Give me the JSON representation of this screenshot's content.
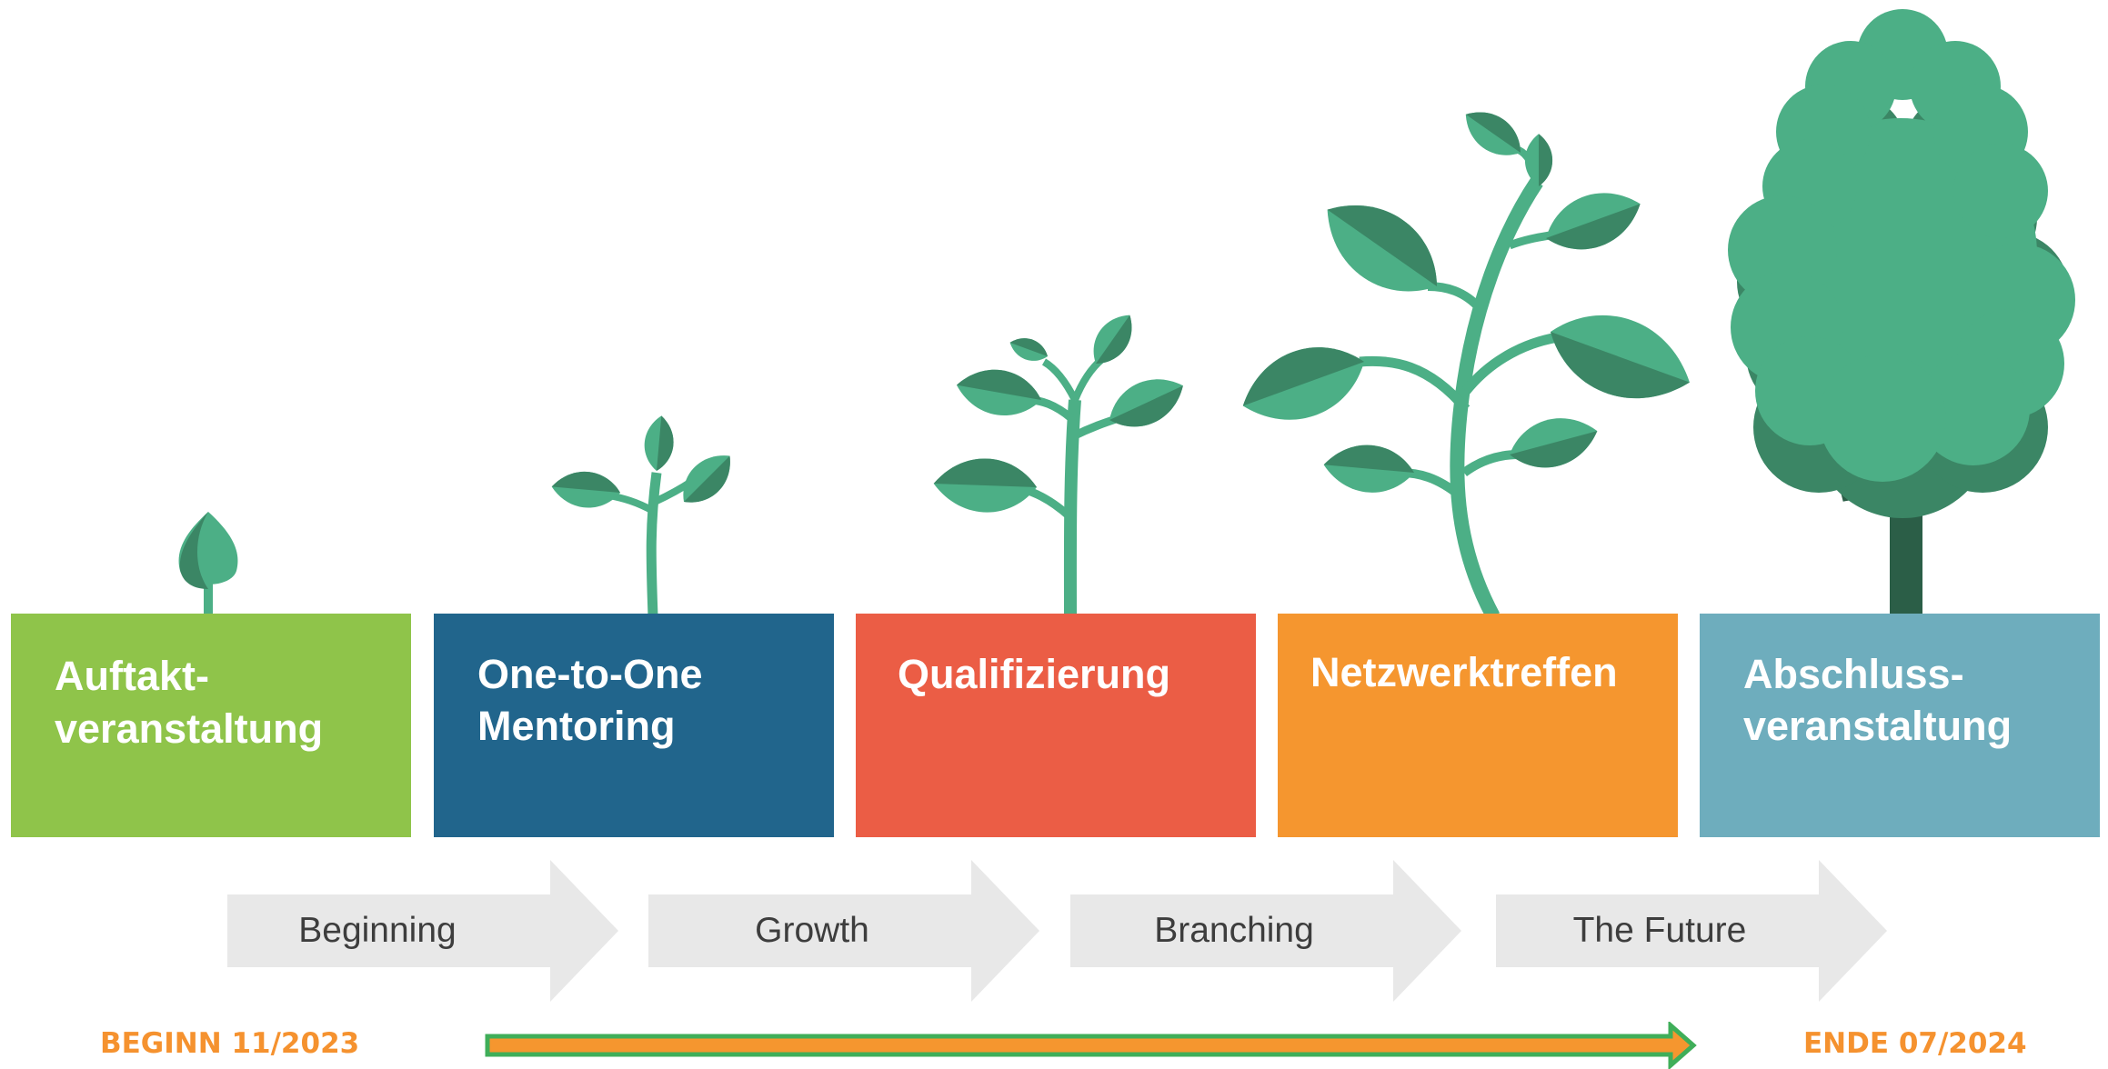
{
  "stages": [
    {
      "label_line1": "Auftakt-",
      "label_line2": "veranstaltung",
      "color": "#8fc44a"
    },
    {
      "label_line1": "One-to-One",
      "label_line2": "Mentoring",
      "color": "#21658c"
    },
    {
      "label_line1": "Qualifizierung",
      "label_line2": "",
      "color": "#eb5d45"
    },
    {
      "label_line1": "Netzwerktreffen",
      "label_line2": "",
      "color": "#f5962f"
    },
    {
      "label_line1": "Abschluss-",
      "label_line2": "veranstaltung",
      "color": "#6eadbd"
    }
  ],
  "phases": [
    "Beginning",
    "Growth",
    "Branching",
    "The Future"
  ],
  "timeline": {
    "start": "BEGINN 11/2023",
    "end": "ENDE 07/2024",
    "arrow_fill": "#f5962f",
    "arrow_outline": "#3fae59"
  },
  "icons": [
    "seed-icon",
    "sprout-icon",
    "young-plant-icon",
    "branching-plant-icon",
    "tree-icon"
  ],
  "colors": {
    "leaf": "#4caf86",
    "leaf_dark": "#3b8665",
    "trunk": "#2b5e47",
    "phase_arrow": "#e8e8e8"
  }
}
